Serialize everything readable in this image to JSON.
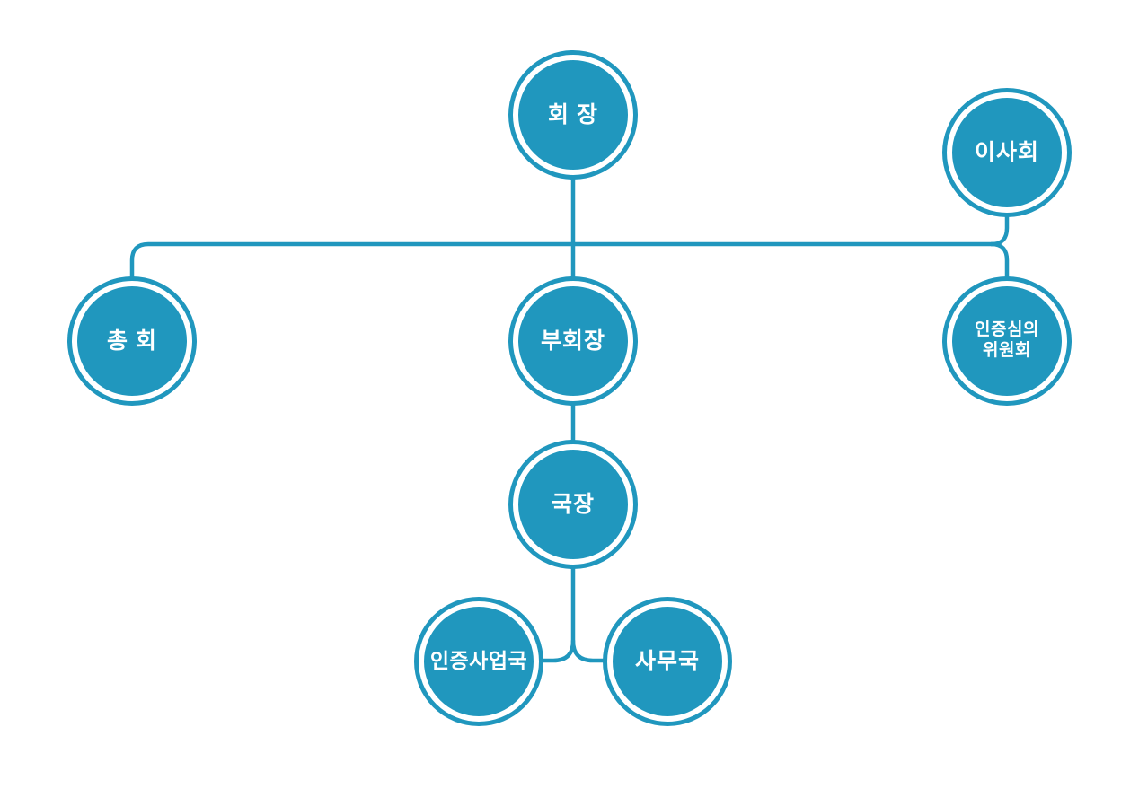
{
  "diagram": {
    "type": "org-chart",
    "accent_color": "#2097BE",
    "background_color": "#ffffff",
    "nodes": [
      {
        "id": "chairman",
        "label": "회 장",
        "level": 1
      },
      {
        "id": "board-of-directors",
        "label": "이사회",
        "level": 1
      },
      {
        "id": "general-assembly",
        "label": "총 회",
        "level": 2
      },
      {
        "id": "vice-chairman",
        "label": "부회장",
        "level": 2
      },
      {
        "id": "cert-review-committee",
        "label": "인증심의\n위원회",
        "level": 2
      },
      {
        "id": "bureau-director",
        "label": "국장",
        "level": 3
      },
      {
        "id": "cert-business-bureau",
        "label": "인증사업국",
        "level": 4
      },
      {
        "id": "secretariat",
        "label": "사무국",
        "level": 4
      }
    ],
    "edges": [
      {
        "from": "chairman",
        "to": "vice-chairman"
      },
      {
        "from": "chairman",
        "to": "general-assembly"
      },
      {
        "from": "chairman",
        "to": "cert-review-committee"
      },
      {
        "from": "board-of-directors",
        "to": "cert-review-committee"
      },
      {
        "from": "vice-chairman",
        "to": "bureau-director"
      },
      {
        "from": "bureau-director",
        "to": "cert-business-bureau"
      },
      {
        "from": "bureau-director",
        "to": "secretariat"
      }
    ]
  }
}
